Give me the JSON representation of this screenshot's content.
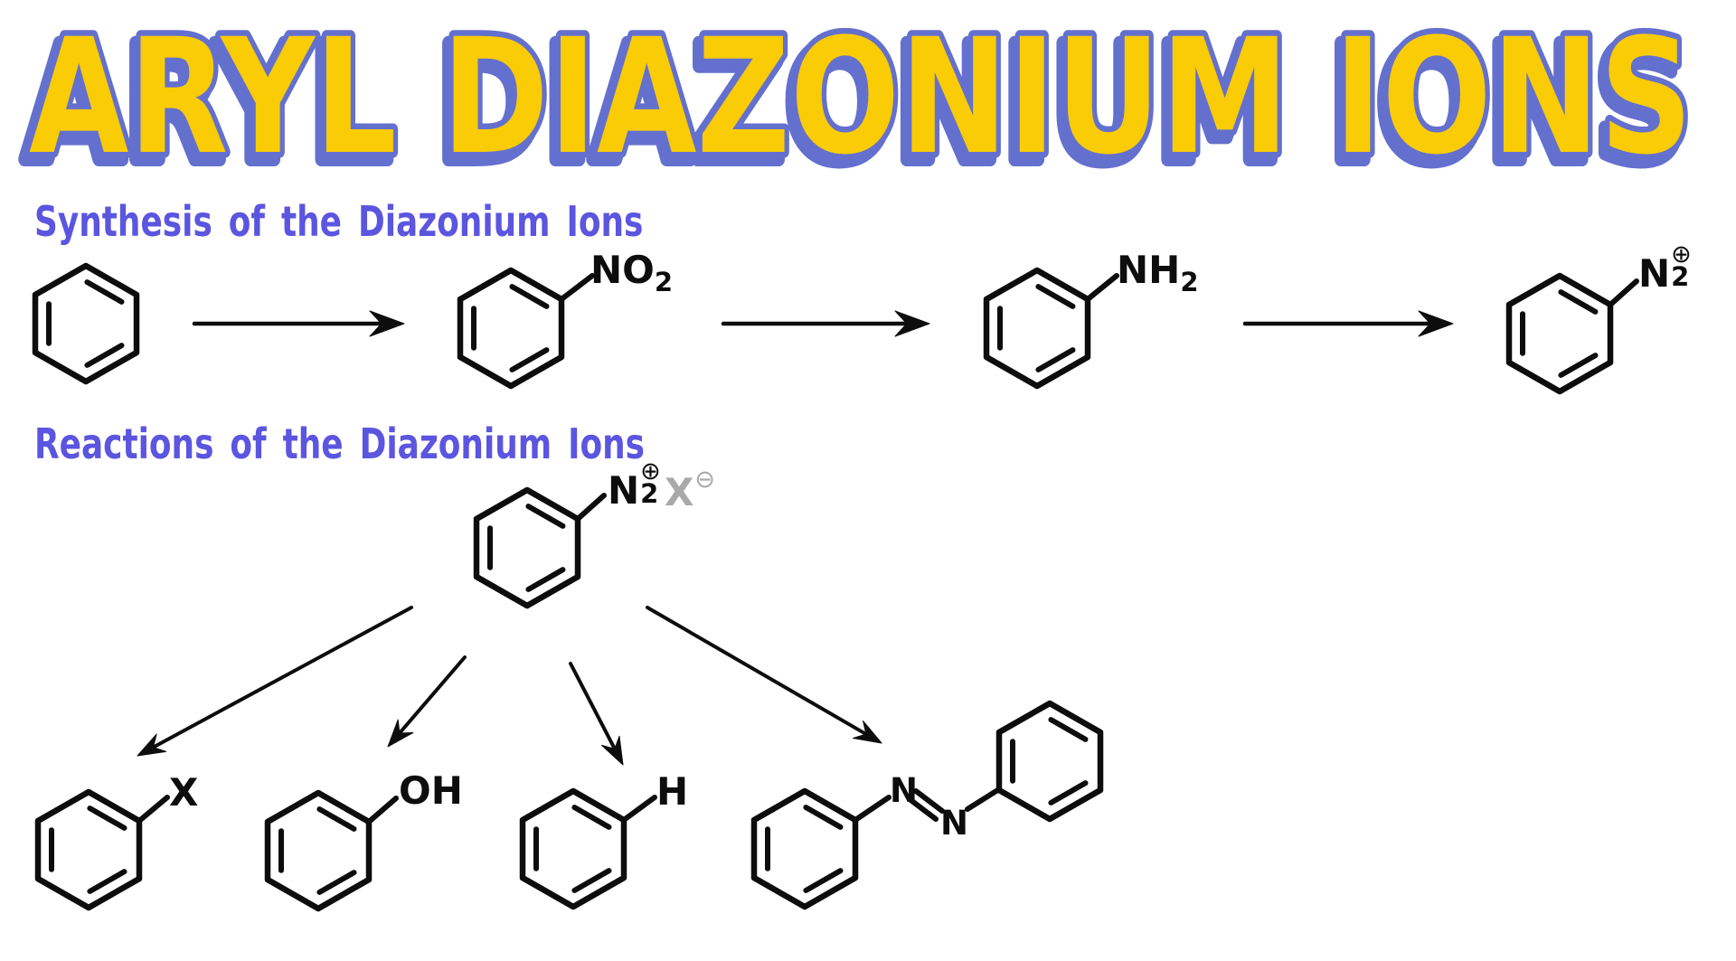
{
  "title": "ARYL DIAZONIUM IONS",
  "colors": {
    "background": "#FFFFFF",
    "title_fill": "#FACC05",
    "title_outline": "#6470CE",
    "heading": "#5B55DF",
    "ink": "#0D0D0D",
    "counterion_gray": "#A9A9A9"
  },
  "sections": [
    {
      "heading": "Synthesis of the Diazonium Ions"
    },
    {
      "heading": "Reactions of the Diazonium Ions"
    }
  ],
  "labels": {
    "nitro": {
      "main": "NO",
      "sub": "2"
    },
    "amine": {
      "main": "NH",
      "sub": "2"
    },
    "diazonium_top": {
      "main": "N",
      "sub": "2",
      "charge": "⊕"
    },
    "diazonium_center": {
      "main": "N",
      "sub": "2",
      "charge": "⊕"
    },
    "counterion": {
      "main": "X",
      "charge": "⊖"
    },
    "halide": "X",
    "hydroxyl": "OH",
    "hydrogen": "H",
    "azo_n_left": "N",
    "azo_n_right": "N"
  }
}
